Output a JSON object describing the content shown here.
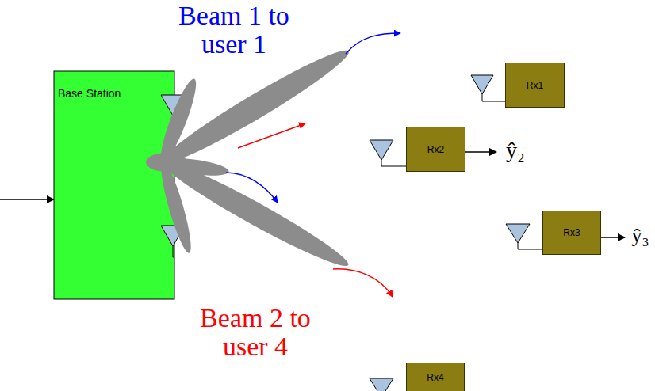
{
  "diagram": {
    "nodes": [
      {
        "text": [
          "Base Station"
        ]
      },
      {
        "text": [
          "Rx1"
        ]
      },
      {
        "text": [
          "Rx2"
        ]
      },
      {
        "text": [
          "Rx3"
        ]
      },
      {
        "text": [
          "Rx4"
        ]
      }
    ],
    "labels": [
      "Beam 1 to user 1",
      "Beam 2 to user 4",
      "ŷ₂",
      "ŷ₃"
    ]
  }
}
